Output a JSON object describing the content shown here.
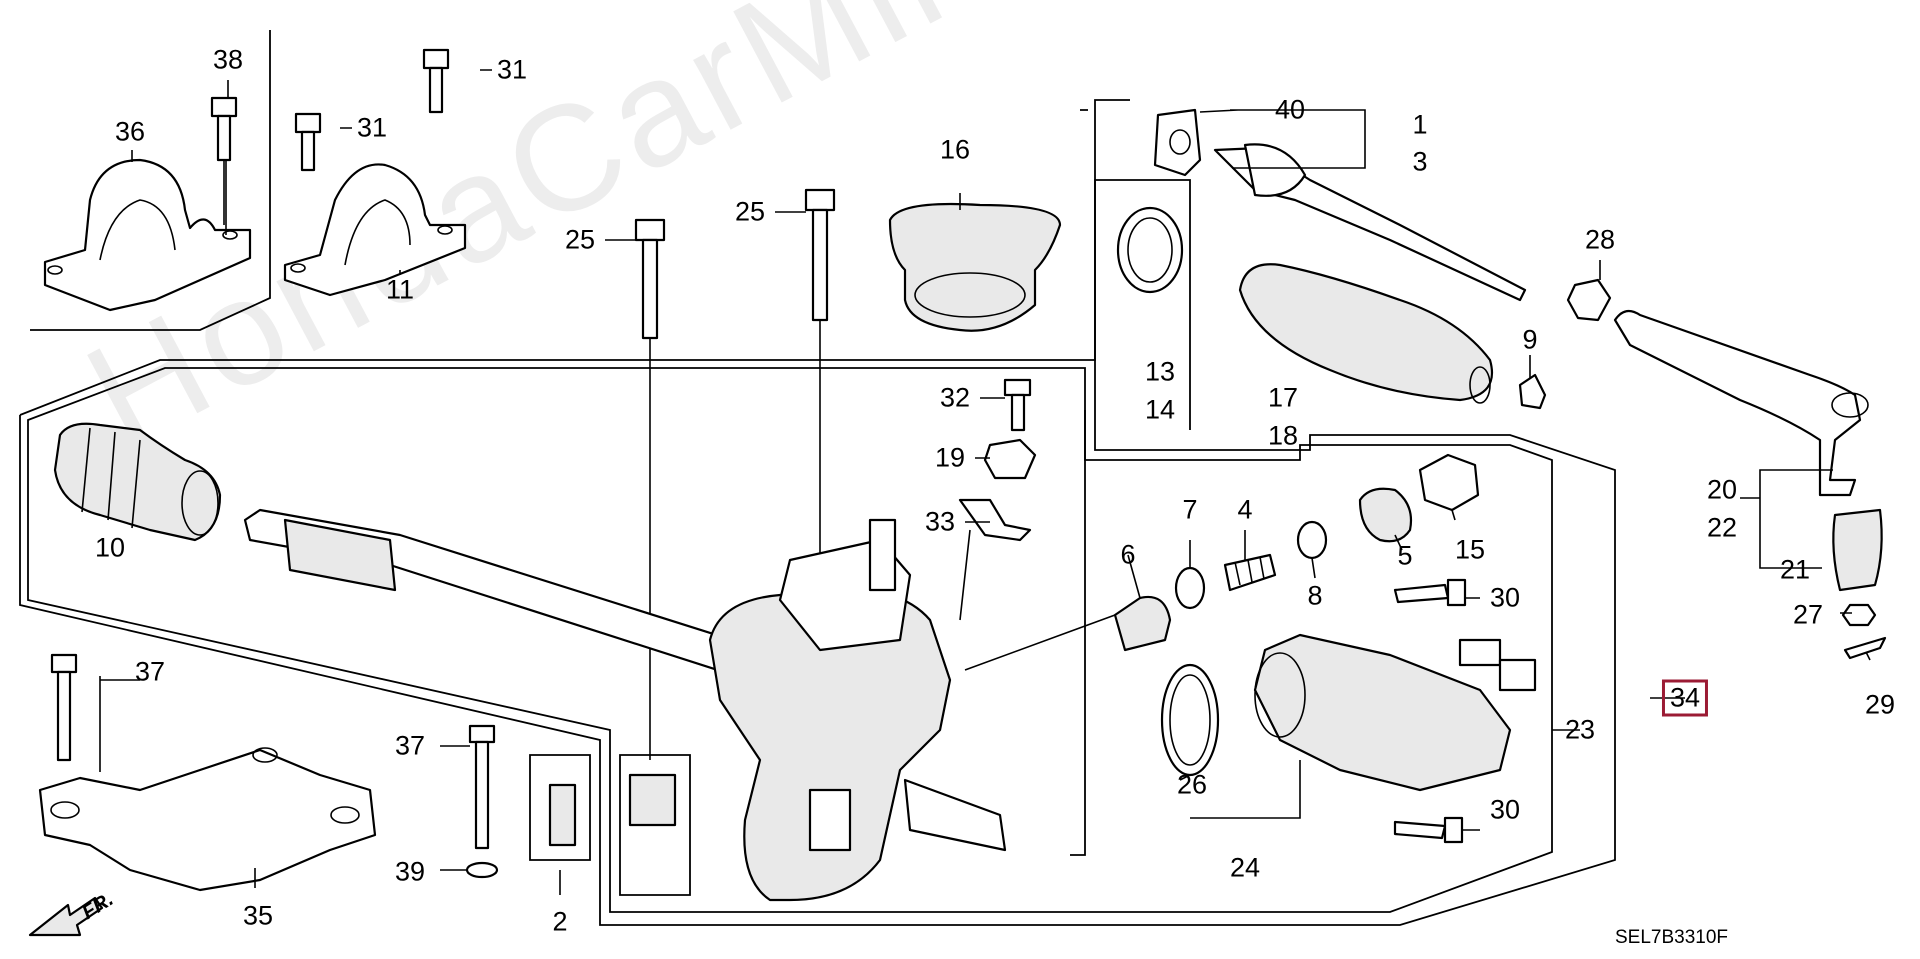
{
  "watermark": "HondaCarMine.ru",
  "diagram_code": "SEL7B3310F",
  "direction_label": "FR.",
  "callouts": {
    "c1": "1",
    "c2": "2",
    "c3": "3",
    "c4": "4",
    "c5": "5",
    "c6": "6",
    "c7": "7",
    "c8": "8",
    "c9": "9",
    "c10": "10",
    "c11": "11",
    "c13": "13",
    "c14": "14",
    "c15": "15",
    "c16": "16",
    "c17": "17",
    "c18": "18",
    "c19": "19",
    "c20": "20",
    "c21": "21",
    "c22": "22",
    "c23": "23",
    "c24": "24",
    "c25a": "25",
    "c25b": "25",
    "c26": "26",
    "c27": "27",
    "c28": "28",
    "c29": "29",
    "c30a": "30",
    "c30b": "30",
    "c31a": "31",
    "c31b": "31",
    "c32": "32",
    "c33": "33",
    "c34": "34",
    "c35": "35",
    "c36": "36",
    "c37a": "37",
    "c37b": "37",
    "c38": "38",
    "c39": "39",
    "c40": "40"
  },
  "highlighted_callout": "34",
  "colors": {
    "line": "#000000",
    "highlight": "#9b1b34",
    "watermark": "#ededed"
  }
}
